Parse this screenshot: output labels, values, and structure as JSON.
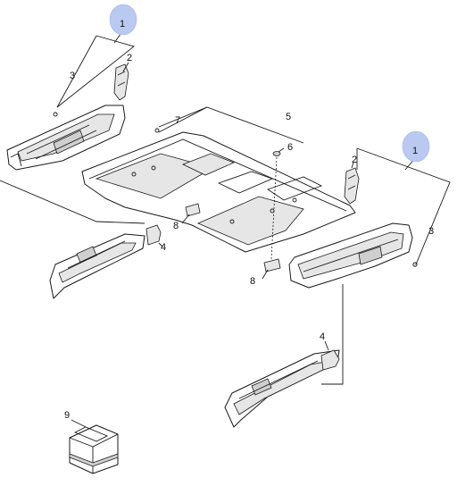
{
  "callouts": {
    "c1_left": "1",
    "c2_left": "2",
    "c3_left": "3",
    "c7": "7",
    "c5": "5",
    "c6": "6",
    "c2_right": "2",
    "c1_right": "1",
    "c3_right": "3",
    "c8_left": "8",
    "c4_left": "4",
    "c8_center": "8",
    "c4_right": "4",
    "c9": "9"
  },
  "colors": {
    "highlight": "#b9c9f0",
    "line": "#1a1a1a"
  }
}
